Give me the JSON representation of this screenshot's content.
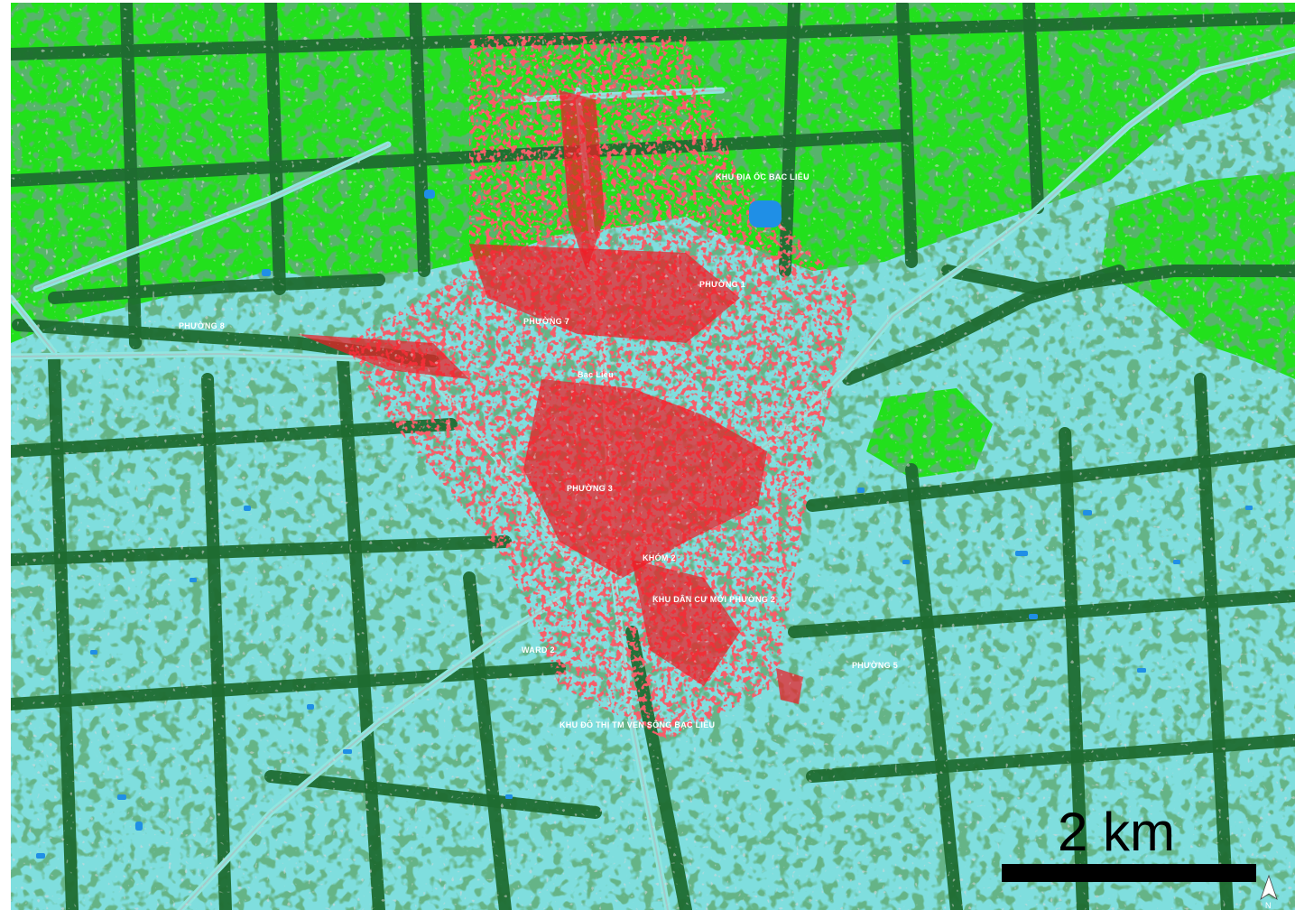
{
  "map": {
    "colors": {
      "aquaculture": "#7fdede",
      "tree_cover": "#1f6b30",
      "cropland": "#22e01c",
      "built_up": "#ee1c24",
      "bare": "#b8b0b4",
      "water": "#1f8fe6",
      "road": "#8fe6e0",
      "frame": "#ffffff"
    },
    "labels": [
      {
        "id": "phuong-8",
        "text": "PHƯỜNG 8"
      },
      {
        "id": "phuong-7",
        "text": "PHƯỜNG 7"
      },
      {
        "id": "phuong-1",
        "text": "PHƯỜNG 1"
      },
      {
        "id": "bac-lieu",
        "text": "Bạc Liêu"
      },
      {
        "id": "khu-dia-oc",
        "text": "KHU ĐỊA ỐC BẠC LIÊU"
      },
      {
        "id": "phuong-3",
        "text": "PHƯỜNG 3"
      },
      {
        "id": "khom-2",
        "text": "KHÓM 2"
      },
      {
        "id": "khu-dan-cu",
        "text": "KHU DÂN CƯ MỚI PHƯỜNG 2"
      },
      {
        "id": "ward-2",
        "text": "WARD 2"
      },
      {
        "id": "phuong-5",
        "text": "PHƯỜNG 5"
      },
      {
        "id": "khu-do-thi",
        "text": "KHU ĐÔ THỊ TM VEN SÔNG BẠC LIÊU"
      }
    ],
    "scale_bar": {
      "label": "2 km"
    },
    "north_arrow": {
      "letter": "N"
    }
  }
}
